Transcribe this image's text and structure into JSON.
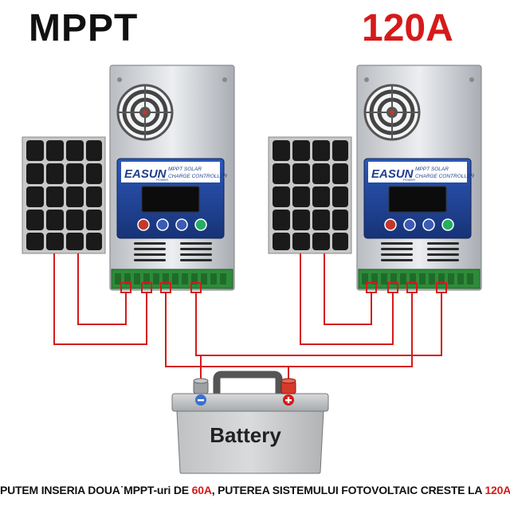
{
  "header": {
    "left_title": "MPPT",
    "right_title": "120A"
  },
  "controllers": [
    {
      "brand": "EASUN",
      "brand_sub": "POWER",
      "line1": "MPPT SOLAR",
      "line2": "CHARGE CONTROLLER"
    },
    {
      "brand": "EASUN",
      "brand_sub": "POWER",
      "line1": "MPPT SOLAR",
      "line2": "CHARGE CONTROLLER"
    }
  ],
  "battery": {
    "label": "Battery"
  },
  "caption": {
    "part1": "PUTEM INSERIA DOUA˙MPPT-uri DE ",
    "highlight1": "60A",
    "part2": ", PUTEREA SISTEMULUI FOTOVOLTAIC CRESTE LA ",
    "highlight2": "120A"
  },
  "colors": {
    "wire": "#d61a1a",
    "accent_red": "#d61a1a",
    "controller_blue": "#1f3f8f",
    "panel_cell": "#1a1a1a"
  },
  "icons": [
    "fan-icon",
    "solar-panel-icon",
    "battery-icon",
    "minus-terminal-icon",
    "plus-terminal-icon"
  ]
}
